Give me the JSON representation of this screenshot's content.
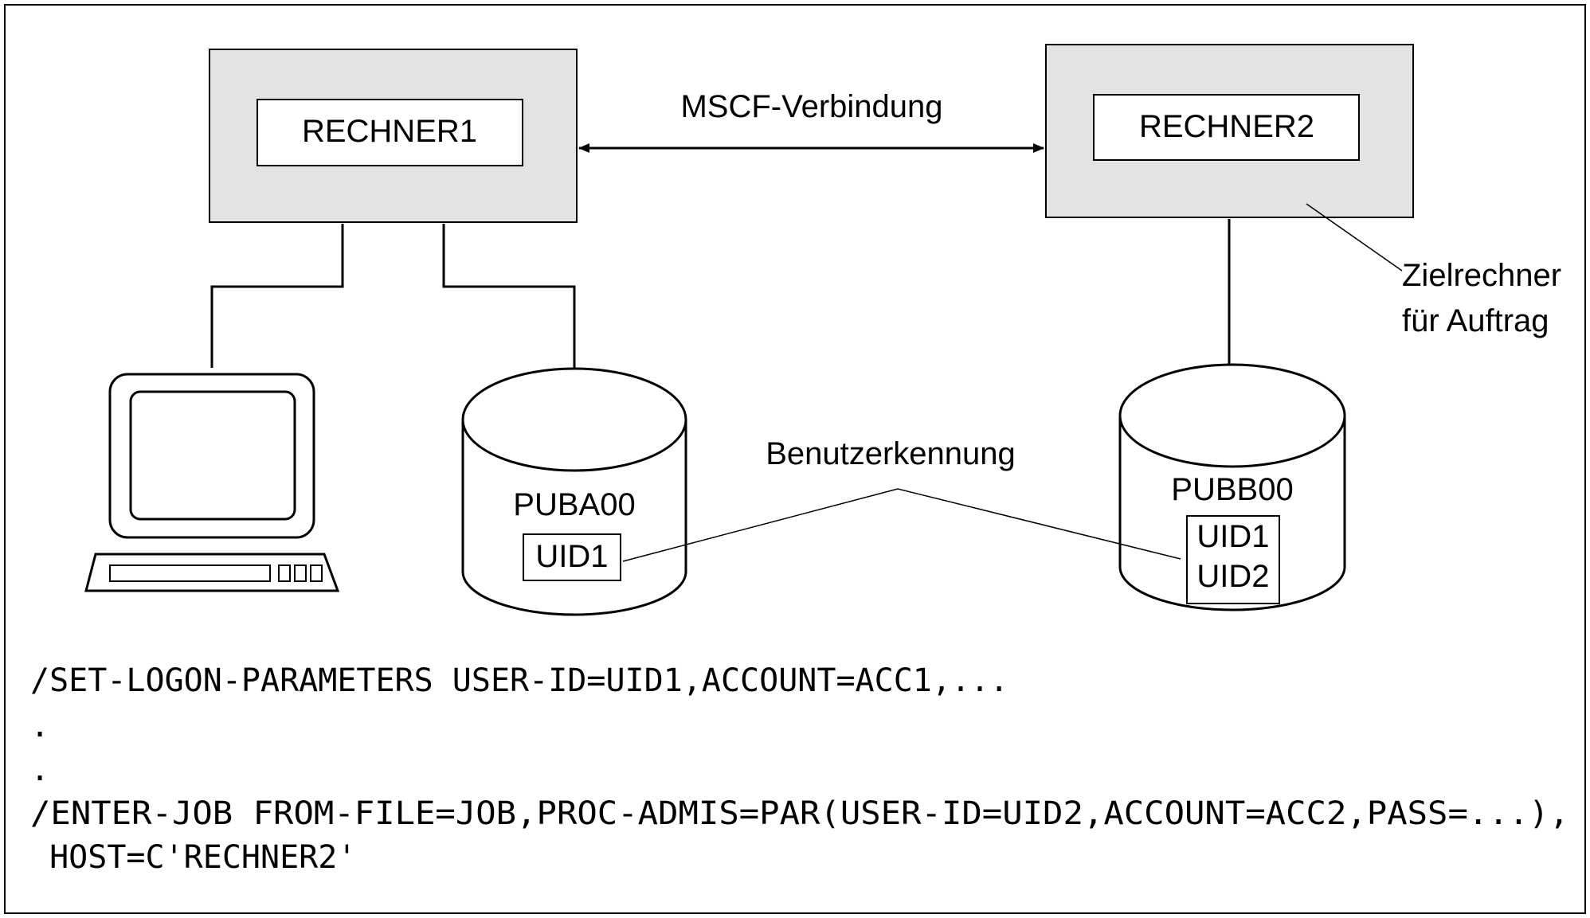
{
  "hosts": {
    "host1": {
      "label": "RECHNER1"
    },
    "host2": {
      "label": "RECHNER2"
    }
  },
  "connection": {
    "label": "MSCF-Verbindung"
  },
  "target_note": {
    "line1": "Zielrechner",
    "line2": "für Auftrag"
  },
  "disks": {
    "disk1": {
      "label": "PUBA00",
      "user_ids": [
        "UID1"
      ]
    },
    "disk2": {
      "label": "PUBB00",
      "user_ids": [
        "UID1",
        "UID2"
      ]
    }
  },
  "user_id_note": {
    "label": "Benutzerkennung"
  },
  "commands": [
    "/SET-LOGON-PARAMETERS USER-ID=UID1,ACCOUNT=ACC1,...",
    ".",
    ".",
    "/ENTER-JOB FROM-FILE=JOB,PROC-ADMIS=PAR(USER-ID=UID2,ACCOUNT=ACC2,PASS=...),",
    " HOST=C'RECHNER2'"
  ],
  "colors": {
    "host_fill": "#e3e3e3",
    "stroke": "#000000",
    "background": "#ffffff"
  }
}
